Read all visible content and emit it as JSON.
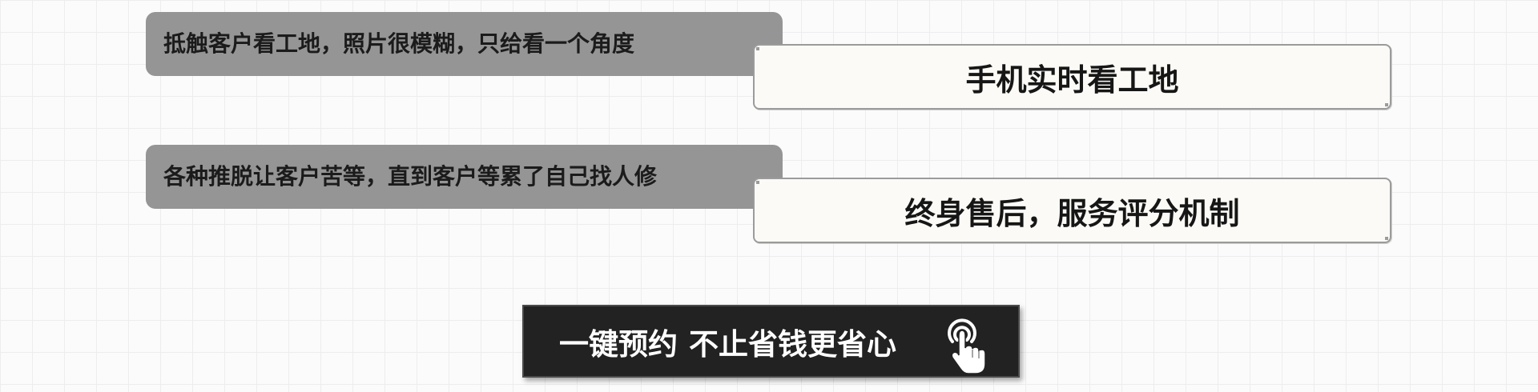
{
  "comparisons": [
    {
      "pain": "抵触客户看工地，照片很模糊，只给看一个角度",
      "solution": "手机实时看工地"
    },
    {
      "pain": "各种推脱让客户苦等，直到客户等累了自己找人修",
      "solution": "终身售后，服务评分机制"
    }
  ],
  "cta": {
    "part1": "一键预约",
    "part2": "不止省钱更省心",
    "icon": "tap-hand-icon"
  },
  "colors": {
    "background": "#fbfbfb",
    "pain_box": "#959595",
    "solution_box": "#fbfaf6",
    "cta_bg": "#222222",
    "cta_text": "#ffffff"
  }
}
